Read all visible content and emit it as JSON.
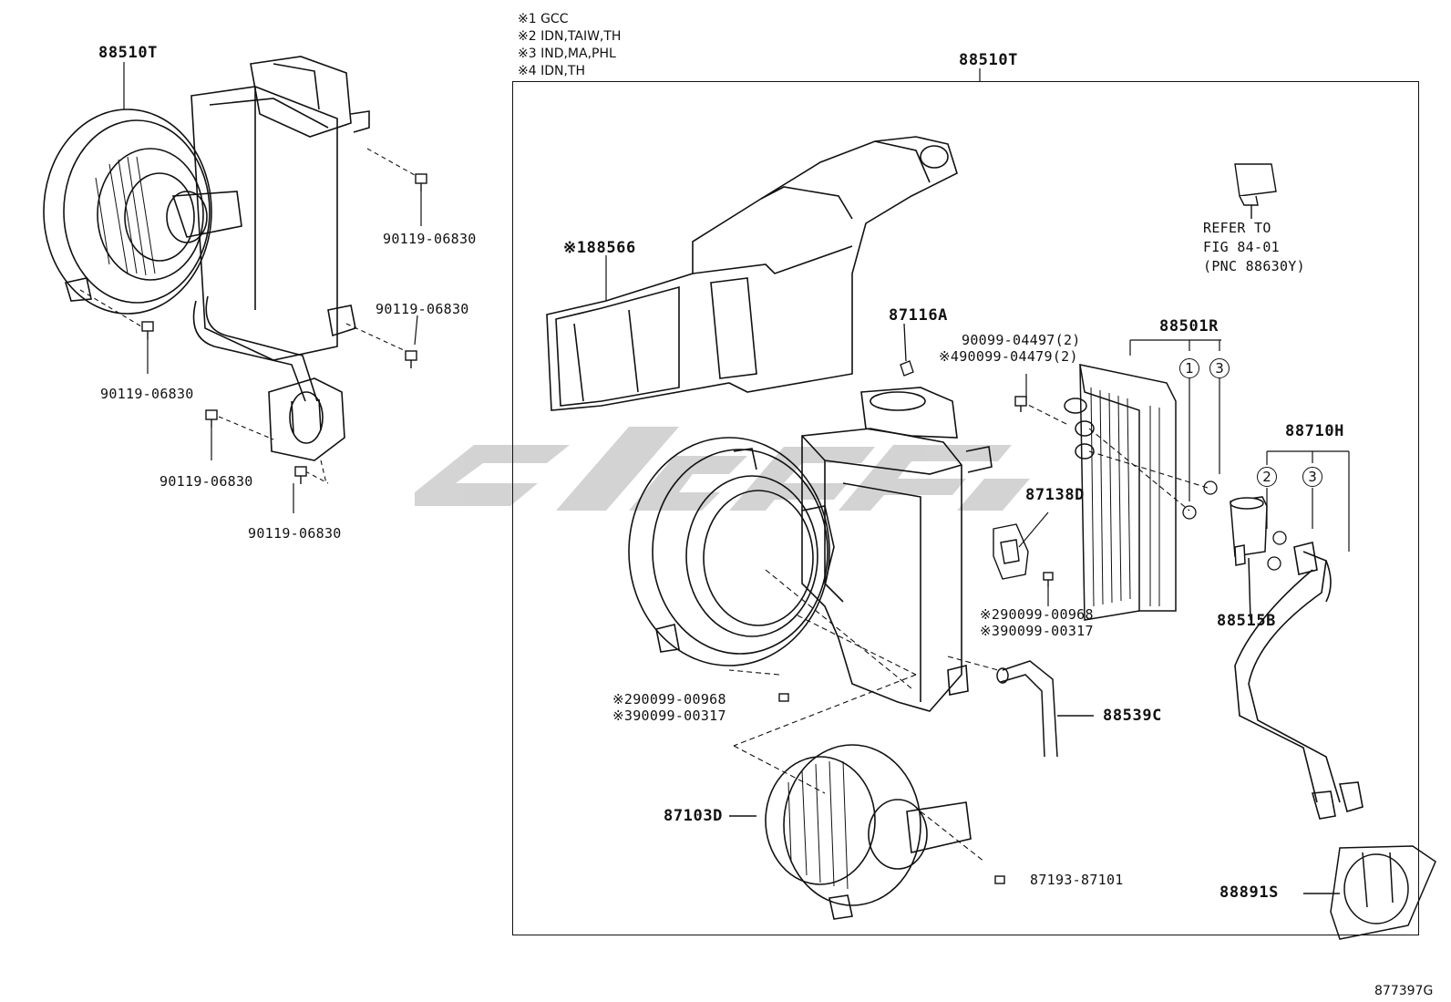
{
  "notes": [
    "※1 GCC",
    "※2 IDN,TAIW,TH",
    "※3 IND,MA,PHL",
    "※4 IDN,TH"
  ],
  "labels": {
    "assy_left": "88510T",
    "assy_box": "88510T",
    "bolt_a": "90119-06830",
    "bolt_b": "90119-06830",
    "bolt_c": "90119-06830",
    "bolt_d": "90119-06830",
    "bolt_e": "90119-06830",
    "duct": "※188566",
    "clip": "87116A",
    "screw_std": "90099-04497(2)",
    "screw_alt": "※490099-04479(2)",
    "heater_core": "88501R",
    "refer_1": "REFER TO",
    "refer_2": "FIG 84-01",
    "refer_3": "(PNC 88630Y)",
    "resistor": "87138D",
    "screw_2a": "※290099-00968",
    "screw_3a": "※390099-00317",
    "screw_2b": "※290099-00968",
    "screw_3b": "※390099-00317",
    "valve": "88515B",
    "pipe": "88710H",
    "hose": "88539C",
    "blower_motor": "87103D",
    "motor_screw": "87193-87101",
    "grommet": "88891S",
    "fig_code": "877397G"
  },
  "callouts": [
    "1",
    "3",
    "2",
    "3"
  ],
  "watermark_color": "#c8c8c8",
  "line_color": "#111111"
}
